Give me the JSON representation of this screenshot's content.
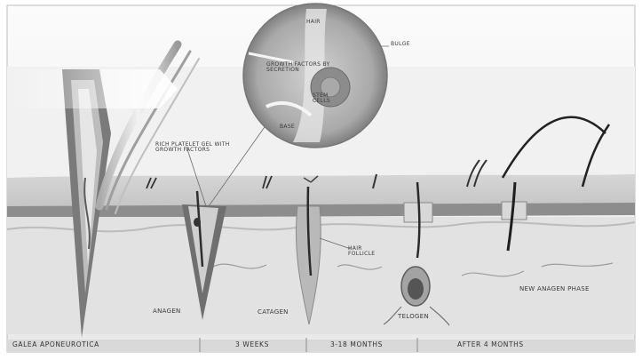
{
  "inset": {
    "labels": {
      "top": "HAIR",
      "bulge": "BULGE",
      "growth_factors": "GROWTH FACTORS BY SECRETION",
      "stem_cells": "STEM CELLS",
      "base": "BASE"
    }
  },
  "callouts": {
    "platelet_gel": "RICH PLATELET GEL WITH GROWTH FACTORS",
    "anagen": "ANAGEN",
    "catagen": "CATAGEN",
    "hair_follicle": "HAIR FOLLICLE",
    "telogen": "TELOGEN",
    "new_anagen": "NEW ANAGEN PHASE"
  },
  "timeline": [
    "GALEA APONEUROTICA",
    "3 WEEKS",
    "3-18 MONTHS",
    "AFTER 4 MONTHS"
  ]
}
